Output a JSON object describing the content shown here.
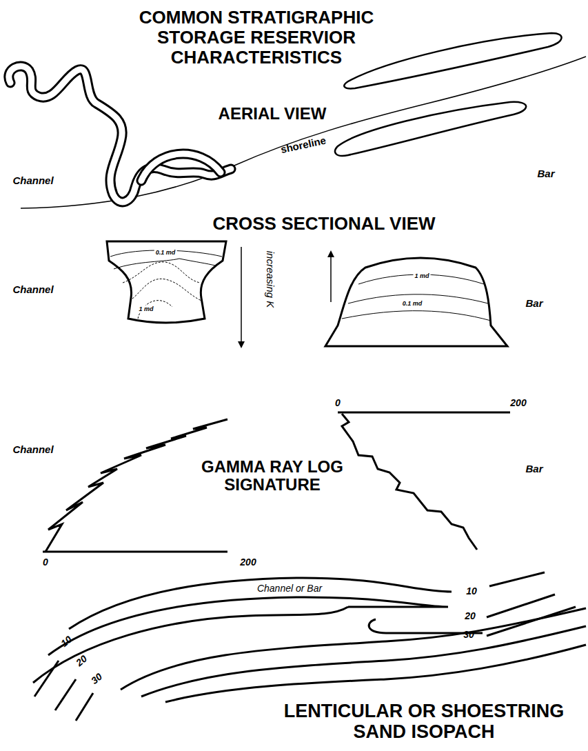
{
  "diagram": {
    "title": "COMMON STRATIGRAPHIC STORAGE RESERVIOR CHARACTERISTICS",
    "labels": [
      "AERIAL VIEW",
      "Channel",
      "shoreline",
      "Bar",
      "CROSS SECTIONAL VIEW",
      "Channel",
      "0.1 md",
      "1 md",
      "increasing K",
      "1 md",
      "0.1 md",
      "Bar",
      "Channel",
      "0",
      "200",
      "0",
      "200",
      "Bar",
      "GAMMA RAY LOG SIGNATURE",
      "10",
      "20",
      "30",
      "10",
      "20",
      "30",
      "Channel or Bar",
      "LENTICULAR OR SHOESTRING SAND ISOPACH"
    ]
  }
}
